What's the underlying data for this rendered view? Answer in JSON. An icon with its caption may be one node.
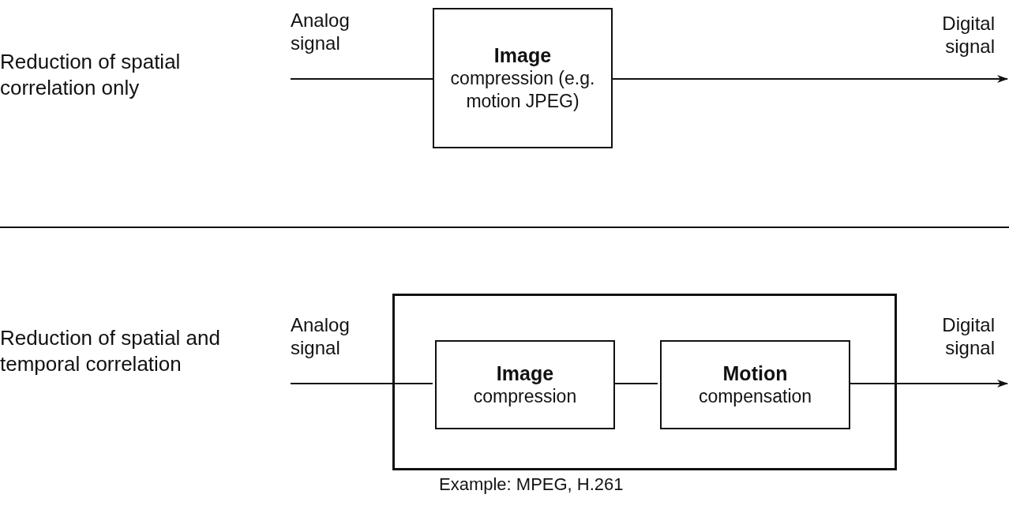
{
  "diagram": {
    "nodes": [
      {
        "text": [
          "Image",
          "compression (e.g. motion JPEG)"
        ]
      },
      {
        "text": [],
        "shape": "box",
        "beside": [
          "Example: MPEG, H.261"
        ]
      },
      {
        "text": [
          "Image",
          "compression"
        ],
        "in": 1
      },
      {
        "text": [
          "Motion",
          "compensation"
        ],
        "in": 1
      }
    ],
    "edges": [
      {
        "from": null,
        "to": 0,
        "arrow": "none",
        "label": "Analog signal"
      },
      {
        "from": 0,
        "to": null,
        "arrow": "to",
        "label": "Digital signal"
      },
      {
        "from": null,
        "to": 2,
        "arrow": "none",
        "label": "Analog signal"
      },
      {
        "from": 2,
        "to": 3,
        "arrow": "none"
      },
      {
        "from": 3,
        "to": null,
        "arrow": "to",
        "label": "Digital signal"
      }
    ],
    "labels": [
      "Reduction of spatial correlation only",
      "Reduction of spatial and temporal correlation"
    ]
  }
}
